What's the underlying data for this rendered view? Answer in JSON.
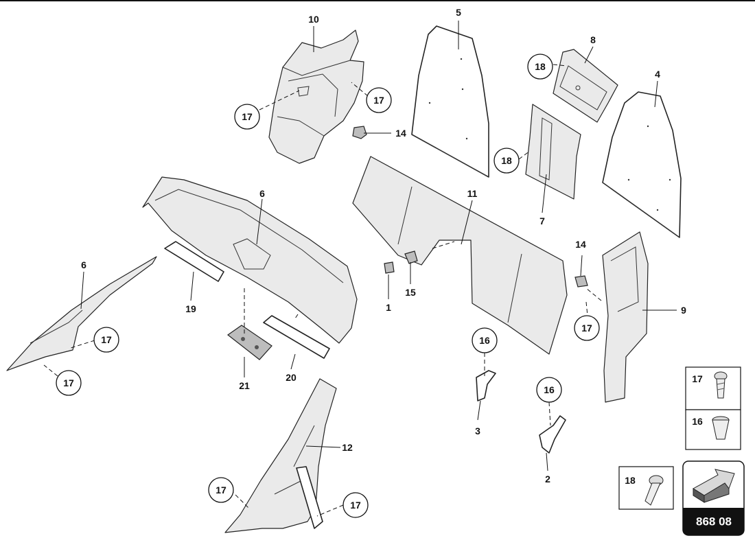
{
  "callouts": {
    "c1": "1",
    "c2": "2",
    "c3": "3",
    "c4": "4",
    "c5": "5",
    "c6a": "6",
    "c6b": "6",
    "c7": "7",
    "c8": "8",
    "c9": "9",
    "c10": "10",
    "c11": "11",
    "c12": "12",
    "c14a": "14",
    "c14b": "14",
    "c15": "15",
    "c16a": "16",
    "c16b": "16",
    "c17a": "17",
    "c17b": "17",
    "c17c": "17",
    "c17d": "17",
    "c17e": "17",
    "c17f": "17",
    "c17g": "17",
    "c18a": "18",
    "c18b": "18",
    "c19": "19",
    "c20": "20",
    "c21": "21"
  },
  "legend": {
    "screw_17": "17",
    "clip_16": "16",
    "screw_18": "18"
  },
  "doc_ref": {
    "number": "868 08"
  }
}
